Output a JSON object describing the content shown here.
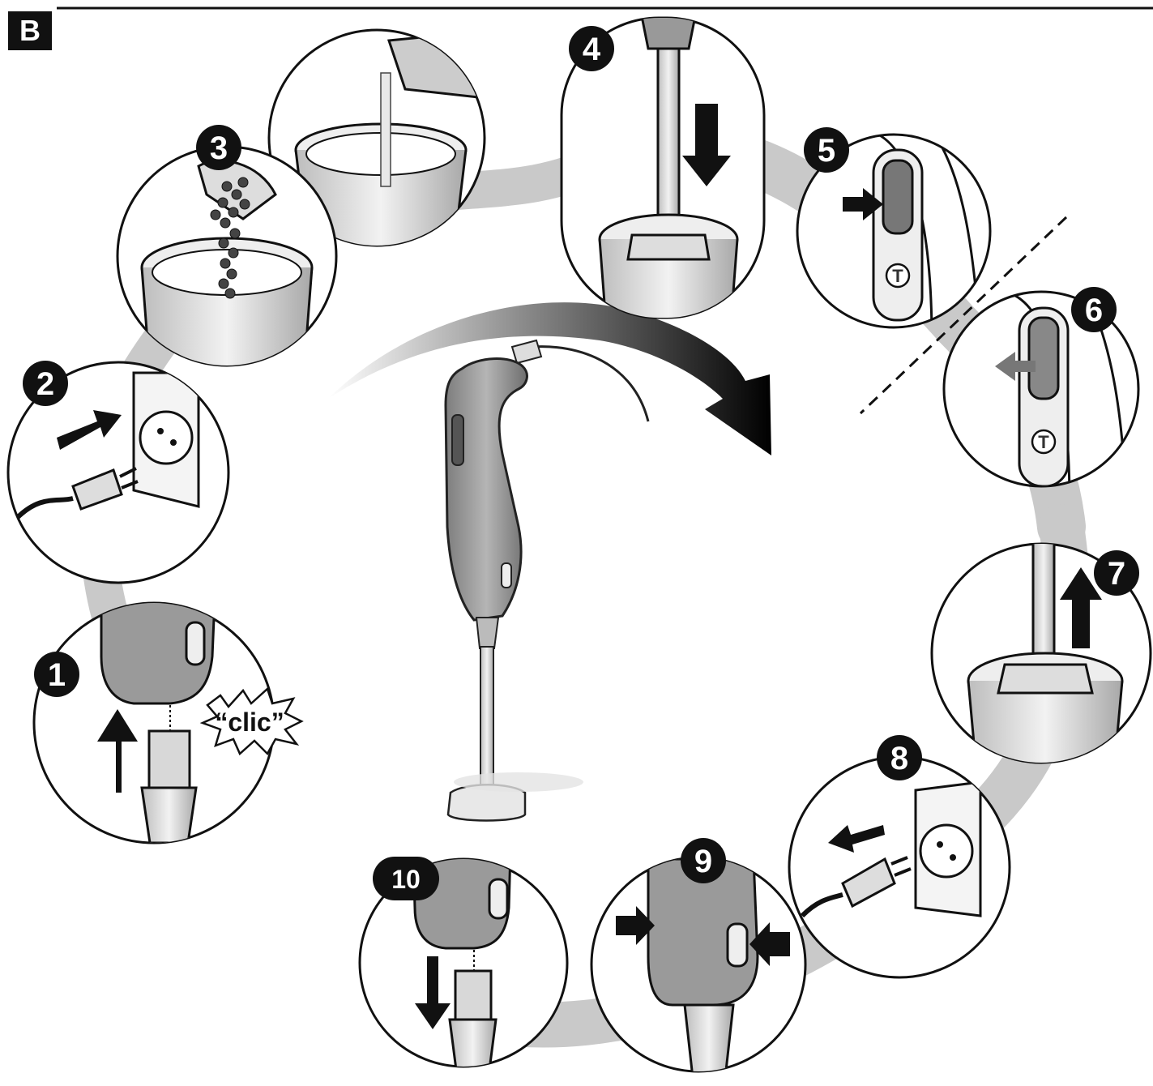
{
  "section_label": "B",
  "steps": [
    {
      "number": "1",
      "icon": "attach-shaft-icon",
      "callout": "“clic”"
    },
    {
      "number": "2",
      "icon": "plug-in-icon"
    },
    {
      "number": "3",
      "icon": "fill-beaker-icon"
    },
    {
      "number": "4",
      "icon": "insert-blender-icon"
    },
    {
      "number": "5",
      "icon": "switch-on-icon",
      "button_label": "T"
    },
    {
      "number": "6",
      "icon": "switch-turbo-icon",
      "button_label": "T"
    },
    {
      "number": "7",
      "icon": "lift-blender-icon"
    },
    {
      "number": "8",
      "icon": "unplug-icon"
    },
    {
      "number": "9",
      "icon": "press-release-buttons-icon"
    },
    {
      "number": "10",
      "icon": "detach-shaft-icon"
    }
  ],
  "center_figure": "hand-blender-icon",
  "flow_arrow": "clockwise-arrow-icon",
  "colors": {
    "ink": "#111111",
    "gray_band": "#c9c9c9",
    "metal": "#d6d6d6",
    "body": "#9a9a9a"
  }
}
